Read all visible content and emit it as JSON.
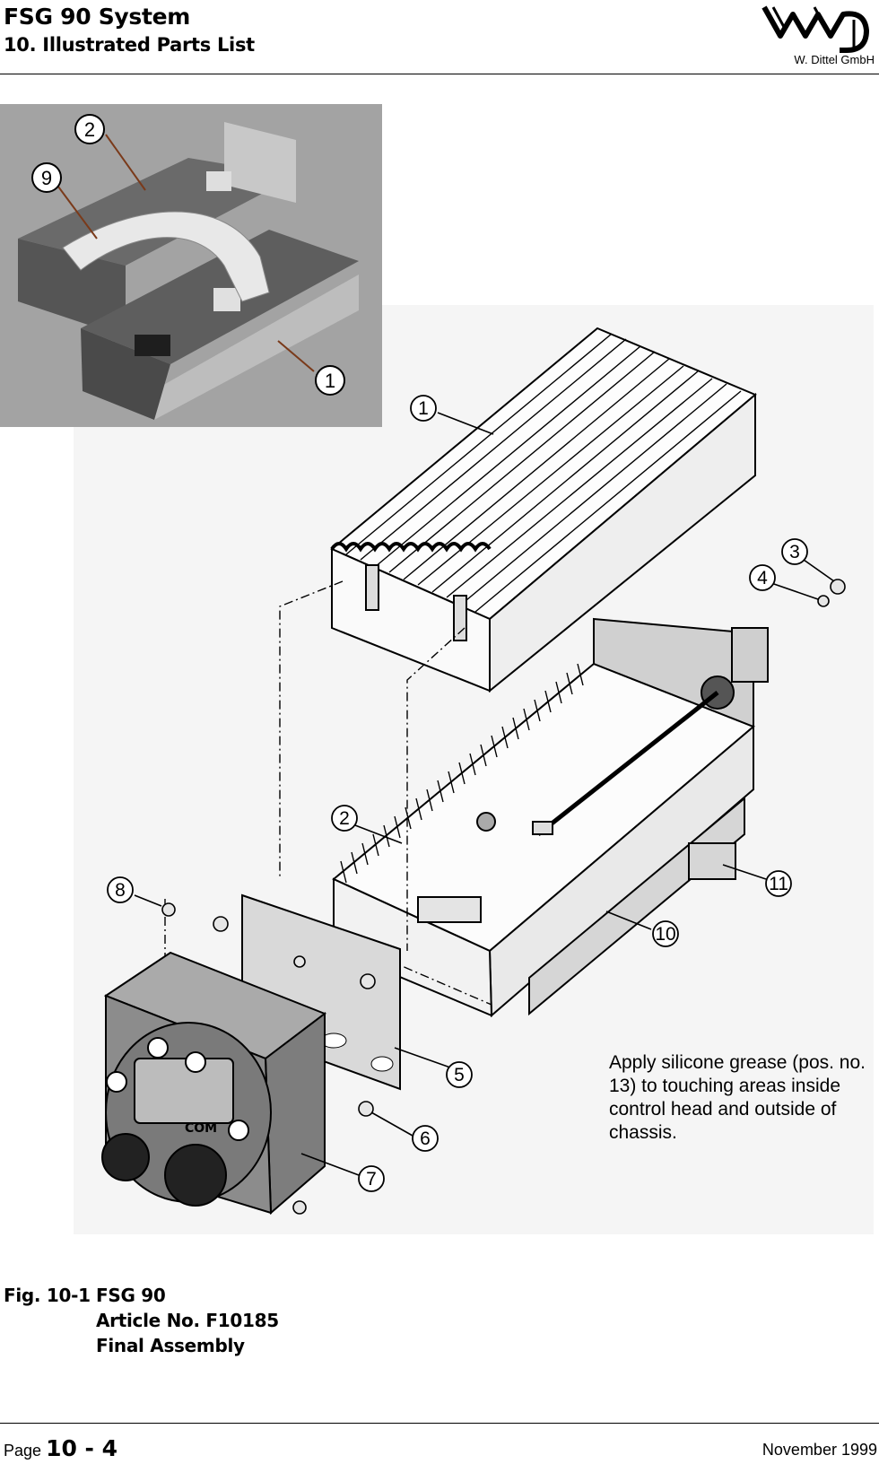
{
  "header": {
    "title": "FSG 90 System",
    "subtitle": "10. Illustrated Parts List",
    "logo_text": "W. Dittel GmbH"
  },
  "photo_callouts": [
    "2",
    "9",
    "1"
  ],
  "drawing_callouts": [
    "1",
    "3",
    "4",
    "2",
    "8",
    "11",
    "10",
    "5",
    "6",
    "7"
  ],
  "panel_text": "COM",
  "note": "Apply silicone grease (pos. no. 13) to touching areas inside control head and outside of chassis.",
  "caption": {
    "fig": "Fig. 10-1",
    "line1": "FSG 90",
    "line2": "Article No. F10185",
    "line3": "Final Assembly"
  },
  "footer": {
    "page_label": "Page",
    "page_number": "10 - 4",
    "date": "November 1999"
  },
  "colors": {
    "photo_bg": "#9a9a9a",
    "drawing_bg": "#f4f4f4",
    "panel_fill": "#8c8c8c"
  }
}
